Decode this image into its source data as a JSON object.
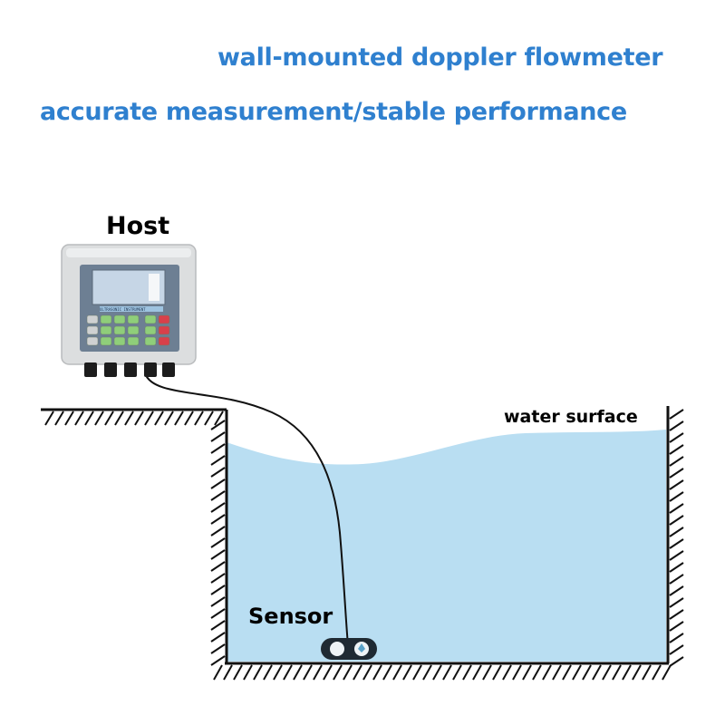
{
  "titles": {
    "line1": "wall-mounted doppler flowmeter",
    "line2": "accurate measurement/stable performance"
  },
  "labels": {
    "host": "Host",
    "sensor": "Sensor",
    "water_surface": "water surface"
  },
  "device": {
    "panel_text": "ULTRASONIC INSTRUMENT"
  },
  "colors": {
    "title": "#2f80cf",
    "water": "#b9def2",
    "device_body": "#dcdedf",
    "screen_bg": "#c6d6e6",
    "key_green": "#8fce7a",
    "key_grey": "#cfd1d2",
    "key_red": "#d8404a"
  },
  "icons": [
    "ground-hatch-icon",
    "cable-gland-icon",
    "sensor-icon"
  ]
}
